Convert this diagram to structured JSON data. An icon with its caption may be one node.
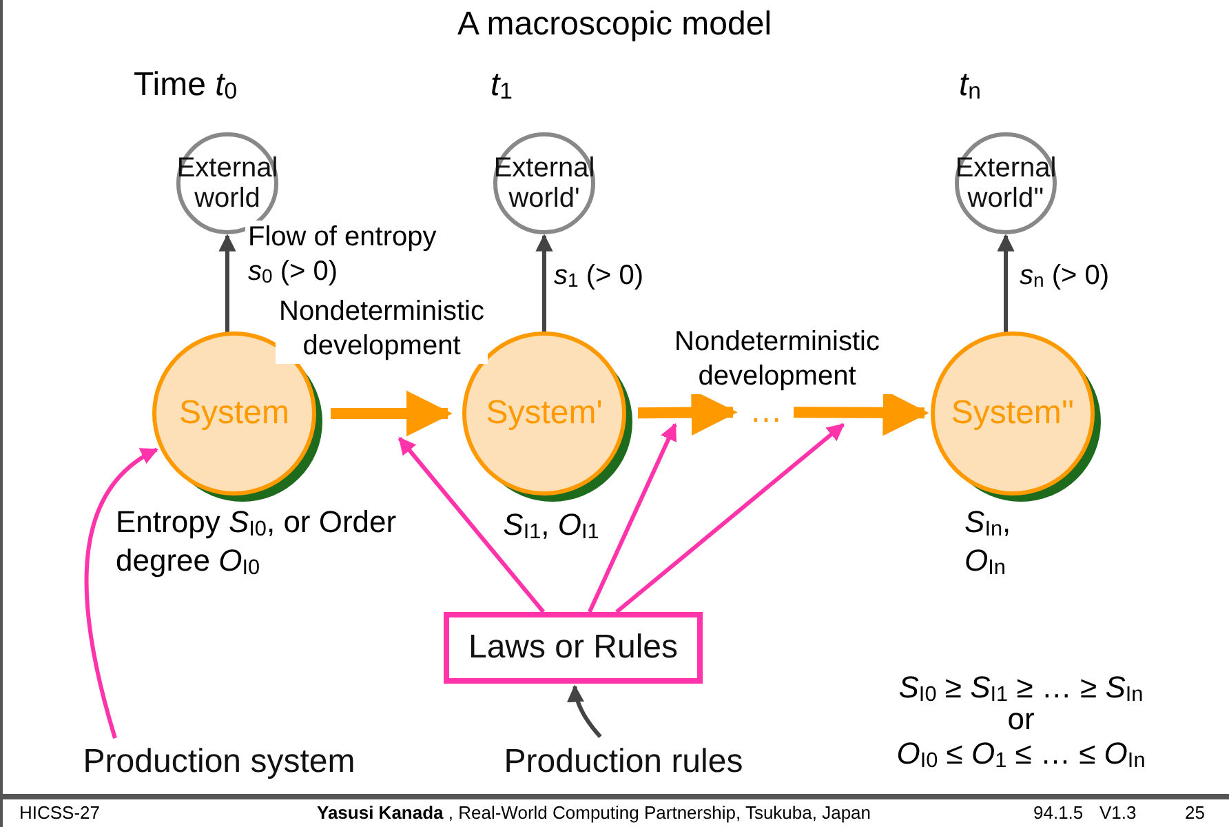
{
  "diagram": {
    "title": "A macroscopic model",
    "nodes": [
      {
        "text": [
          "External world"
        ]
      },
      {
        "text": [
          "External world'"
        ]
      },
      {
        "text": [
          "External world''"
        ]
      },
      {
        "text": [
          "System"
        ],
        "beside": [
          "Entropy *S*$_{I0}$, or Order degree *O*$_{I0}$"
        ]
      },
      {
        "text": [
          "System'"
        ],
        "beside": [
          "*S*$_{I1}$, *O*$_{I1}$"
        ]
      },
      {
        "text": [
          "…"
        ]
      },
      {
        "text": [
          "System''"
        ],
        "beside": [
          "*S*$_{In}$, *O*$_{In}$"
        ]
      },
      {
        "text": [
          "Laws or Rules"
        ]
      },
      {
        "text": [
          "Production system"
        ]
      },
      {
        "text": [
          "Production rules"
        ]
      }
    ],
    "edges": [
      {
        "from": 3,
        "to": 0,
        "arrow": "to",
        "label": "Flow of entropy *s*$_{0}$ (> 0)"
      },
      {
        "from": 4,
        "to": 1,
        "arrow": "to",
        "label": "*s*$_{1}$ (> 0)"
      },
      {
        "from": 6,
        "to": 2,
        "arrow": "to",
        "label": "*s*$_{n}$ (> 0)"
      },
      {
        "from": 3,
        "to": 4,
        "arrow": "to",
        "label": "Nondeterministic development",
        "style": "thick",
        "color": "#ff9900"
      },
      {
        "from": 4,
        "to": 5,
        "arrow": "to",
        "label": "Nondeterministic development",
        "style": "thick",
        "color": "#ff9900"
      },
      {
        "from": 5,
        "to": 6,
        "arrow": "to",
        "style": "thick",
        "color": "#ff9900"
      },
      {
        "from": 8,
        "to": 3,
        "arrow": "to",
        "color": "#ff33aa"
      },
      {
        "from": 7,
        "to": null,
        "arrow": "to",
        "color": "#ff33aa"
      },
      {
        "from": 7,
        "to": null,
        "arrow": "to",
        "color": "#ff33aa"
      },
      {
        "from": 7,
        "to": null,
        "arrow": "to",
        "color": "#ff33aa"
      },
      {
        "from": 9,
        "to": 7,
        "arrow": "to"
      }
    ],
    "labels": [
      "Time *t*$_{0}$",
      "*t*$_{1}$",
      "*t*$_{n}$",
      "*S*$_{I0}$ ≥ *S*$_{I1}$ ≥ … ≥ *S*$_{In}$",
      "or",
      "*O*$_{I0}$ ≤ *O*$_{1}$ ≤ … ≤ *O*$_{In}$",
      "HICSS-27",
      "**Yasusi Kanada** , Real-World Computing Partnership, Tsukuba, Japan",
      "94.1.5",
      "V1.3",
      "25"
    ]
  }
}
